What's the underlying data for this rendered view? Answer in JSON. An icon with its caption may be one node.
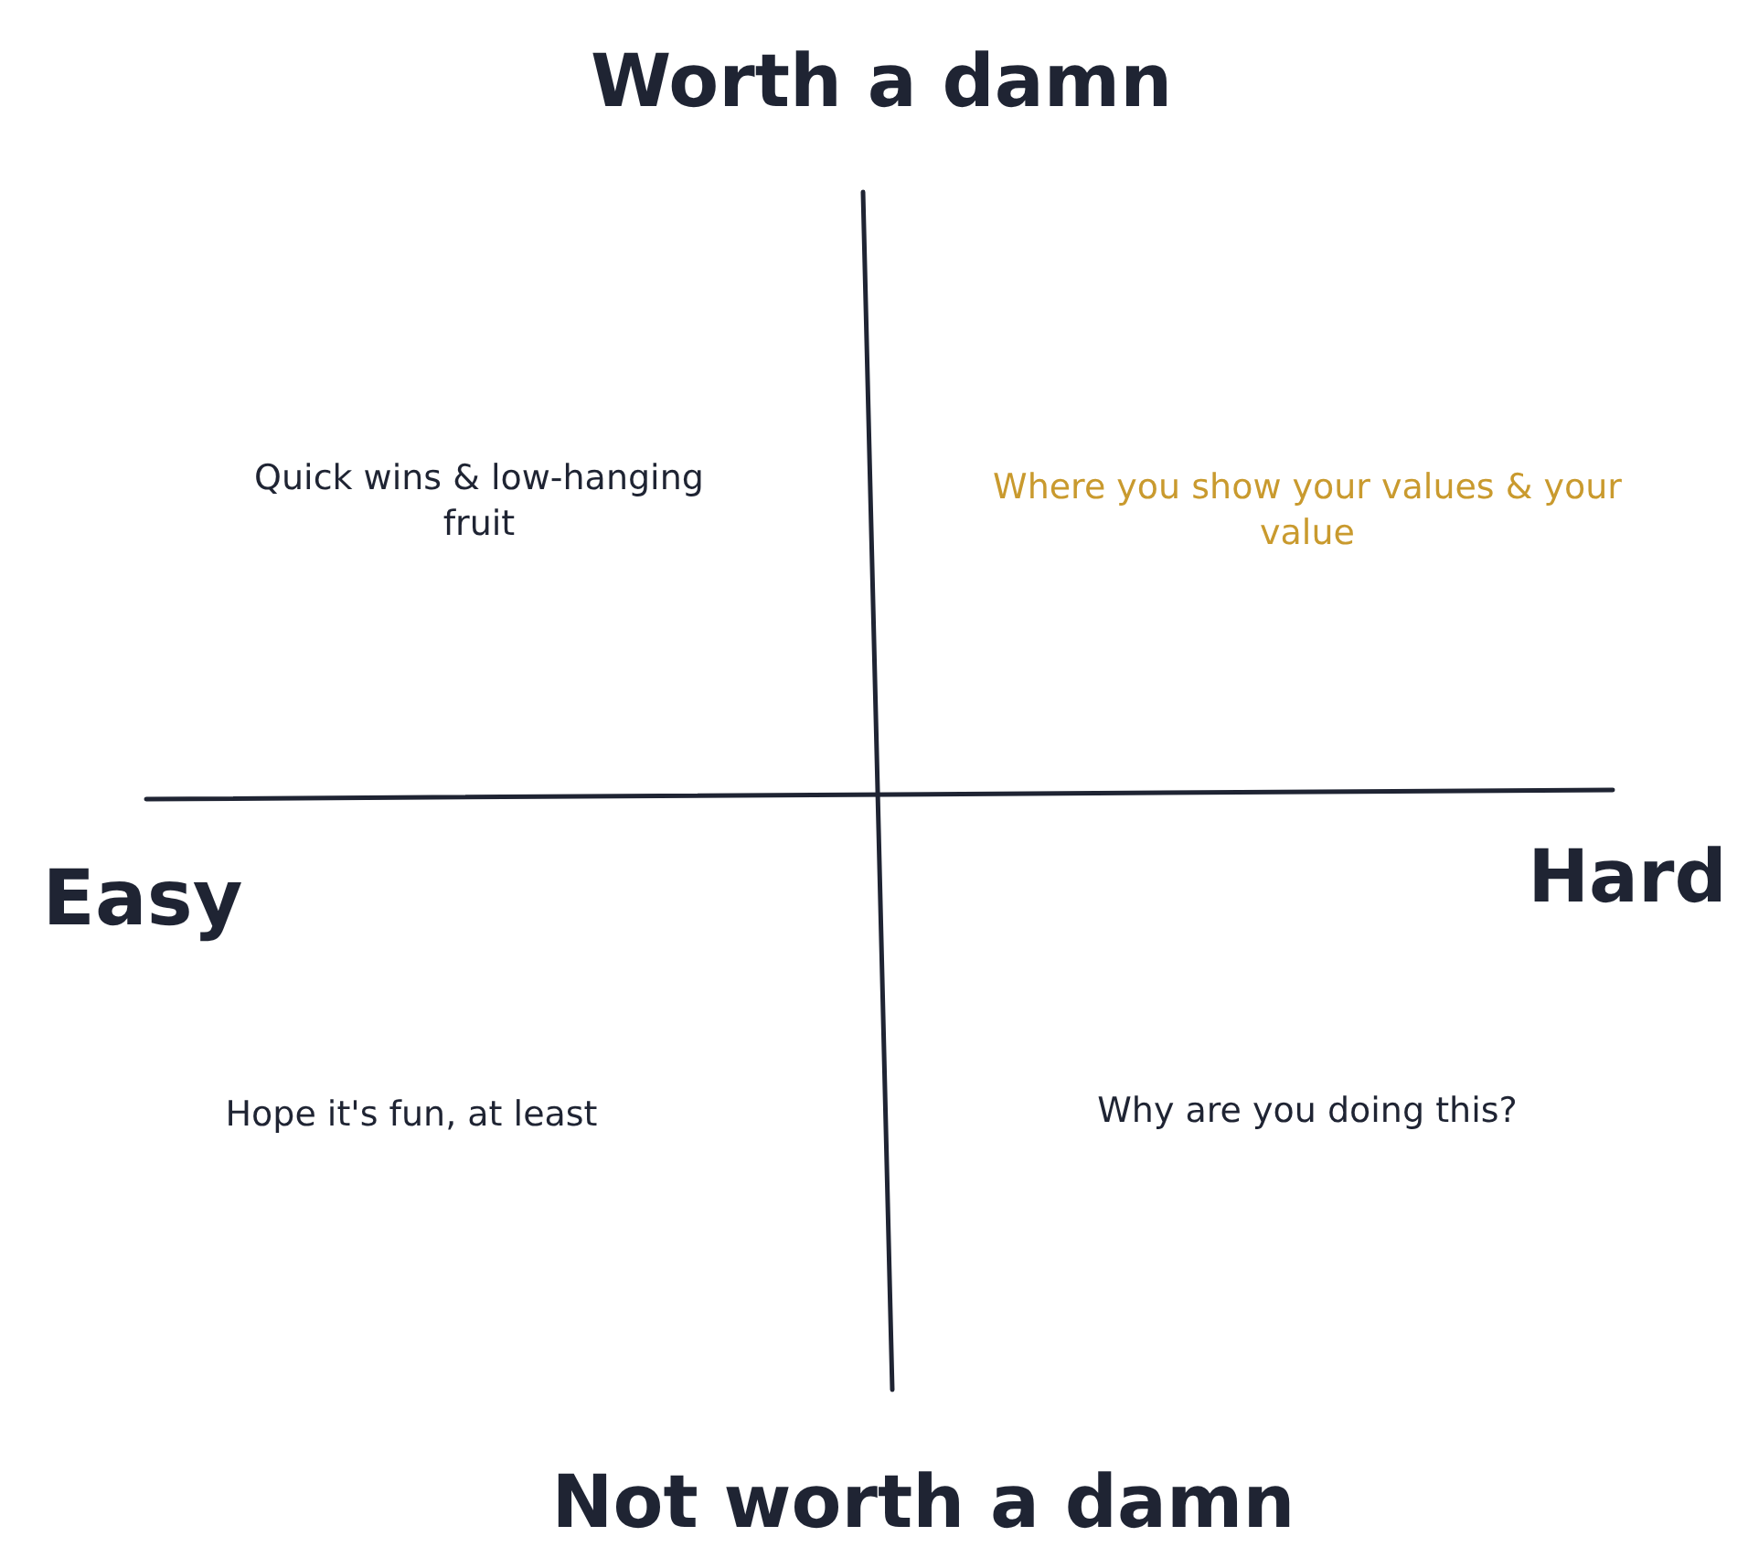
{
  "diagram": {
    "labels": [
      "Worth a damn",
      "Quick wins & low-hanging fruit",
      "Where you show your values & your value",
      "Easy",
      "Hard",
      "Hope it's fun, at least",
      "Why are you doing this?",
      "Not worth a damn"
    ]
  }
}
